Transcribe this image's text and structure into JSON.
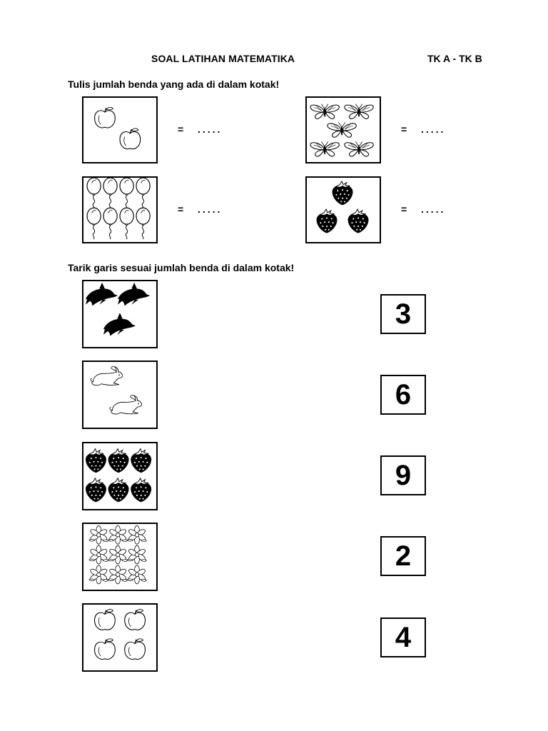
{
  "header": {
    "title": "SOAL LATIHAN MATEMATIKA",
    "level": "TK A - TK B"
  },
  "section1": {
    "instruction": "Tulis jumlah benda yang ada di dalam kotak!",
    "items": [
      {
        "object": "apple-icon",
        "count_shown": 2,
        "sign": "=",
        "blank": "....."
      },
      {
        "object": "butterfly-icon",
        "count_shown": 5,
        "sign": "=",
        "blank": "....."
      },
      {
        "object": "balloon-icon",
        "count_shown": 8,
        "sign": "=",
        "blank": "....."
      },
      {
        "object": "strawberry-icon",
        "count_shown": 3,
        "sign": "=",
        "blank": "....."
      }
    ]
  },
  "section2": {
    "instruction": "Tarik garis sesuai jumlah benda di dalam kotak!",
    "pictures": [
      {
        "object": "dolphin-icon",
        "count_shown": 3
      },
      {
        "object": "rabbit-icon",
        "count_shown": 2
      },
      {
        "object": "strawberry-icon",
        "count_shown": 6
      },
      {
        "object": "flower-icon",
        "count_shown": 9
      },
      {
        "object": "apple-icon",
        "count_shown": 4
      }
    ],
    "numbers": [
      "3",
      "6",
      "9",
      "2",
      "4"
    ]
  }
}
